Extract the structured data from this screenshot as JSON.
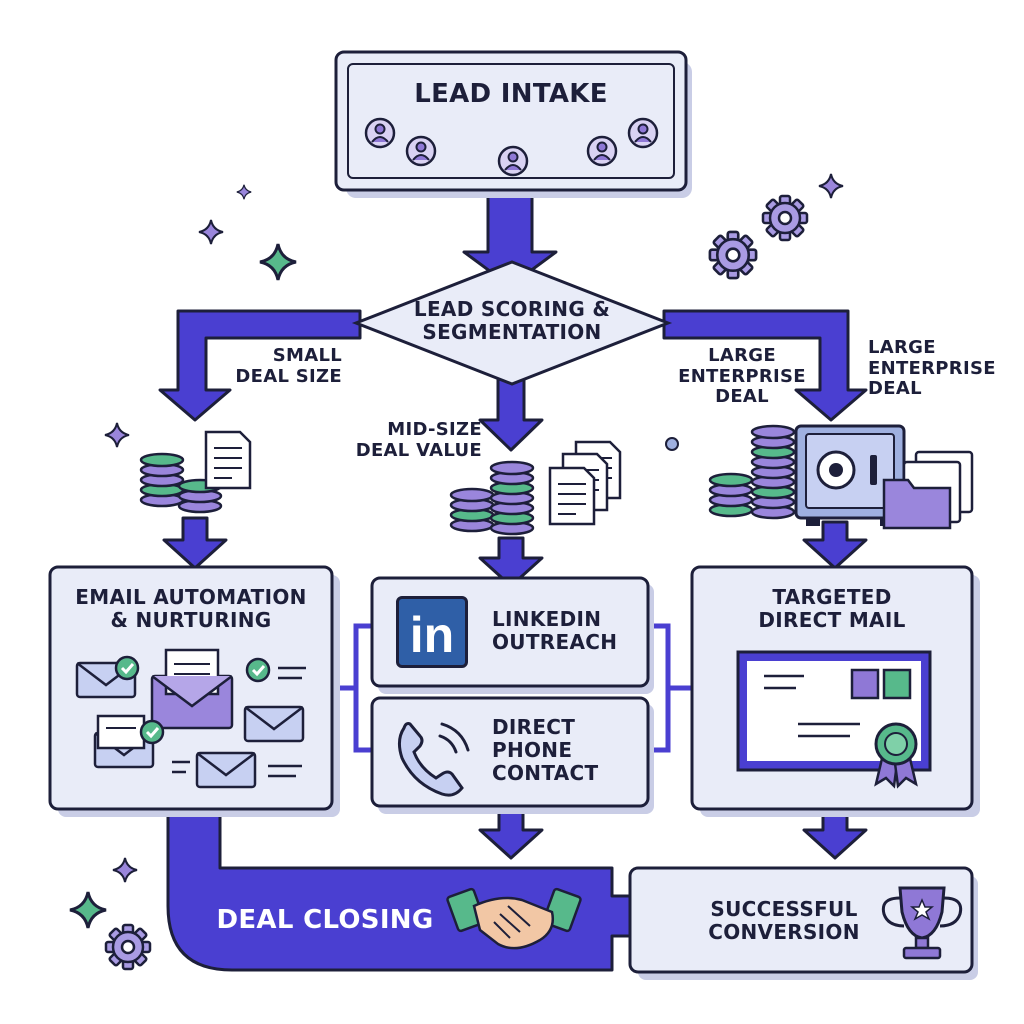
{
  "nodes": {
    "lead_intake": "LEAD INTAKE",
    "lead_scoring": [
      "LEAD SCORING &",
      "SEGMENTATION"
    ],
    "email_automation": [
      "EMAIL AUTOMATION",
      "& NURTURING"
    ],
    "linkedin_outreach": [
      "LINKEDIN",
      "OUTREACH"
    ],
    "direct_phone": [
      "DIRECT",
      "PHONE",
      "CONTACT"
    ],
    "targeted_mail": [
      "TARGETED",
      "DIRECT MAIL"
    ],
    "deal_closing": "DEAL CLOSING",
    "successful_conversion": [
      "SUCCESSFUL",
      "CONVERSION"
    ]
  },
  "edge_labels": {
    "small_deal": [
      "SMALL",
      "DEAL SIZE"
    ],
    "mid_deal": [
      "MID-SIZE",
      "DEAL VALUE"
    ],
    "large_deal_a": [
      "LARGE",
      "ENTERPRISE",
      "DEAL"
    ],
    "large_deal_b": [
      "LARGE",
      "ENTERPRISE",
      "DEAL"
    ]
  },
  "linkedin_logo": "in",
  "colors": {
    "accent": "#4a3fd1",
    "outline": "#1d1f3a",
    "box_fill": "#e9ecf8",
    "purple": "#8f78d6",
    "green": "#4fb586",
    "linkedin": "#2f5fa7"
  },
  "icons": [
    "user-icon",
    "coin-stack-icon",
    "document-icon",
    "safe-icon",
    "folder-icon",
    "envelope-icon",
    "check-icon",
    "phone-icon",
    "handshake-icon",
    "trophy-icon",
    "gear-icon",
    "sparkle-icon",
    "award-ribbon-icon"
  ]
}
